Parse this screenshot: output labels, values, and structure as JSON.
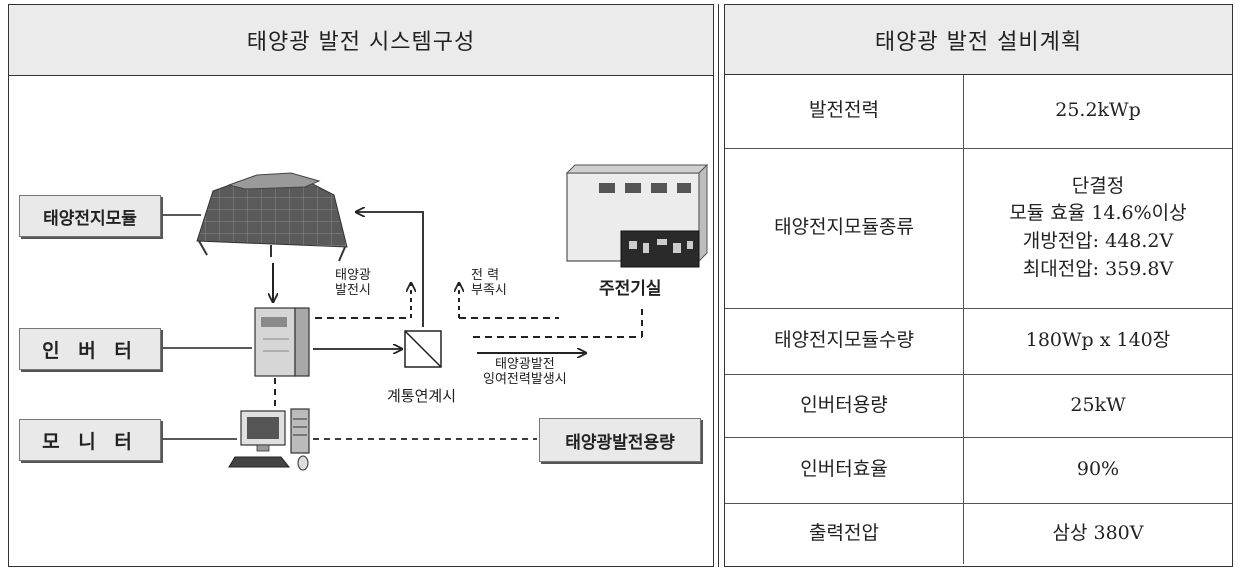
{
  "left": {
    "title": "태양광 발전 시스템구성",
    "labels": {
      "solar_module": "태양전지모듈",
      "inverter": "인 버 터",
      "monitor": "모 니 터",
      "capacity": "태양광발전용량"
    },
    "flow_text": {
      "solar_gen_line1": "태양광",
      "solar_gen_line2": "발전시",
      "power_short_line1": "전  력",
      "power_short_line2": "부족시",
      "surplus_line1": "태양광발전",
      "surplus_line2": "잉여전력발생시",
      "grid_connection": "계통연계시",
      "substation": "주전기실"
    }
  },
  "right": {
    "title": "태양광 발전 설비계획",
    "rows": [
      {
        "label": "발전전력",
        "values": [
          "25.2kWp"
        ]
      },
      {
        "label": "태양전지모듈종류",
        "values": [
          "단결정",
          "모듈 효율 14.6%이상",
          "개방전압: 448.2V",
          "최대전압: 359.8V"
        ]
      },
      {
        "label": "태양전지모듈수량",
        "values": [
          "180Wp x 140장"
        ]
      },
      {
        "label": "인버터용량",
        "values": [
          "25kW"
        ]
      },
      {
        "label": "인버터효율",
        "values": [
          "90%"
        ]
      },
      {
        "label": "출력전압",
        "values": [
          "삼상 380V"
        ]
      }
    ]
  }
}
